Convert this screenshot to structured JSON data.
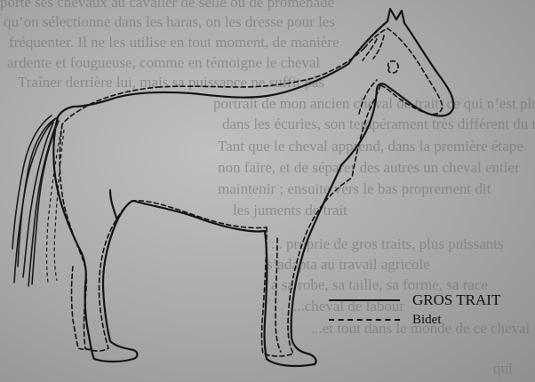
{
  "legend": {
    "solid_label": "GROS TRAIT",
    "dashed_label": "Bidet"
  },
  "background_text": [
    "porte ses chevaux au cavalier de selle ou de promenade",
    "qu’on sélectionne dans les haras, on les dresse pour les",
    "fréquenter. Il ne les utilise en tout moment, de manière",
    "ardente et fougueuse, comme en témoigne le cheval",
    "Traîner derrière lui, mais sa puissance ne suffit pas",
    "portrait de mon ancien cheval de trait, ce qui n’est plus",
    "dans les écuries, son tempérament très différent du mien",
    "Tant que le cheval apprend, dans la première étape",
    "non faire, et de séparer des autres un cheval entier",
    "maintenir ; ensuite vers le bas proprement dit",
    "les juments de trait",
    "... proprie de gros traits, plus puissants",
    "s’adapta au travail agricole",
    "a sa robe, sa taille, sa forme, sa race",
    "...cheval de labour",
    "...et tout dans le monde de ce cheval",
    "qui"
  ]
}
